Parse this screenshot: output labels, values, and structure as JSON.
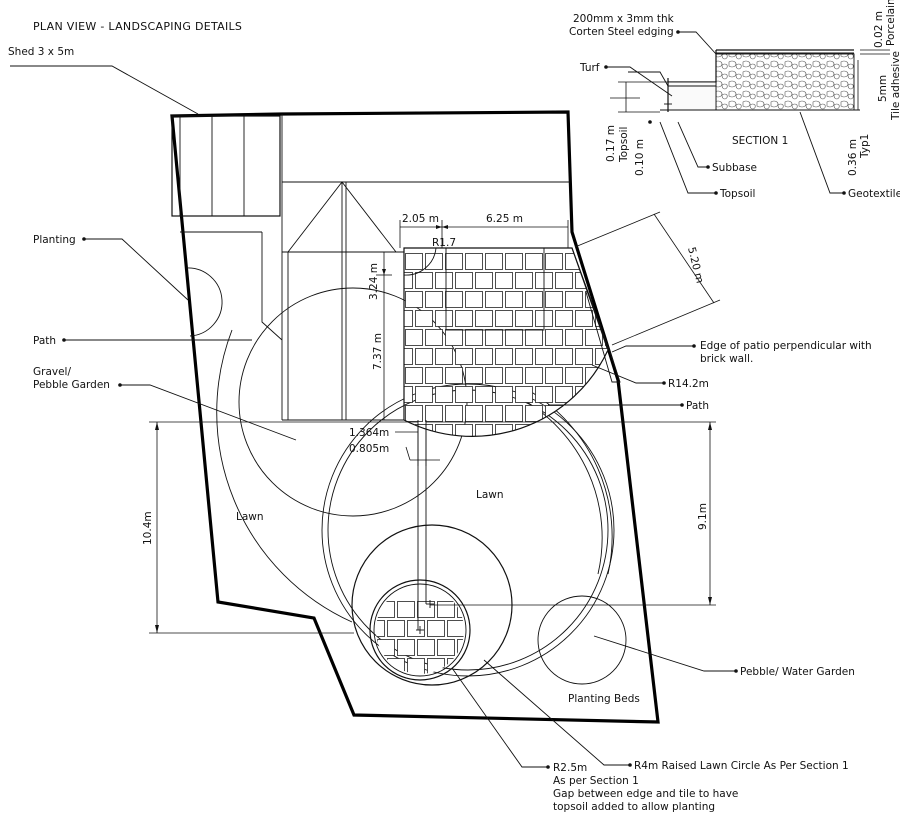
{
  "title": "PLAN VIEW - LANDSCAPING DETAILS",
  "labels": {
    "shed": "Shed 3 x 5m",
    "planting": "Planting",
    "path_left": "Path",
    "gravel_1": "Gravel/",
    "gravel_2": "Pebble Garden",
    "lawn_left": "Lawn",
    "lawn_center": "Lawn",
    "patio_edge_1": "Edge of patio perpendicular with",
    "patio_edge_2": "brick wall.",
    "r142": "R14.2m",
    "path_right": "Path",
    "pebble_water": "Pebble/ Water Garden",
    "planting_beds": "Planting Beds",
    "r25": "R2.5m",
    "as_per_1": "As per Section 1",
    "gap_1": "Gap between edge and tile to have",
    "gap_2": "topsoil added to allow planting",
    "r4": "R4m Raised Lawn Circle As Per Section 1",
    "r17": "R1.7"
  },
  "dimensions": {
    "d205": "2.05 m",
    "d625": "6.25 m",
    "d324": "3.24 m",
    "d737": "7.37 m",
    "d520": "5.20 m",
    "d1364": "1.364m",
    "d0805": "0.805m",
    "d104": "10.4m",
    "d91": "9.1m"
  },
  "section": {
    "title": "SECTION 1",
    "corten_1": "200mm x 3mm thk",
    "corten_2": "Corten Steel edging",
    "turf": "Turf",
    "subbase": "Subbase",
    "topsoil": "Topsoil",
    "geotextile": "Geotextile",
    "v017": "0.17 m",
    "v_topsoil": "Topsoil",
    "v010": "0.10 m",
    "v036": "0.36 m",
    "v_typ1": "Typ1",
    "v002": "0.02 m",
    "v_porcelain": "Porcelain",
    "v5mm": "5mm",
    "v_tile_adhesive": "Tile adhesive"
  }
}
